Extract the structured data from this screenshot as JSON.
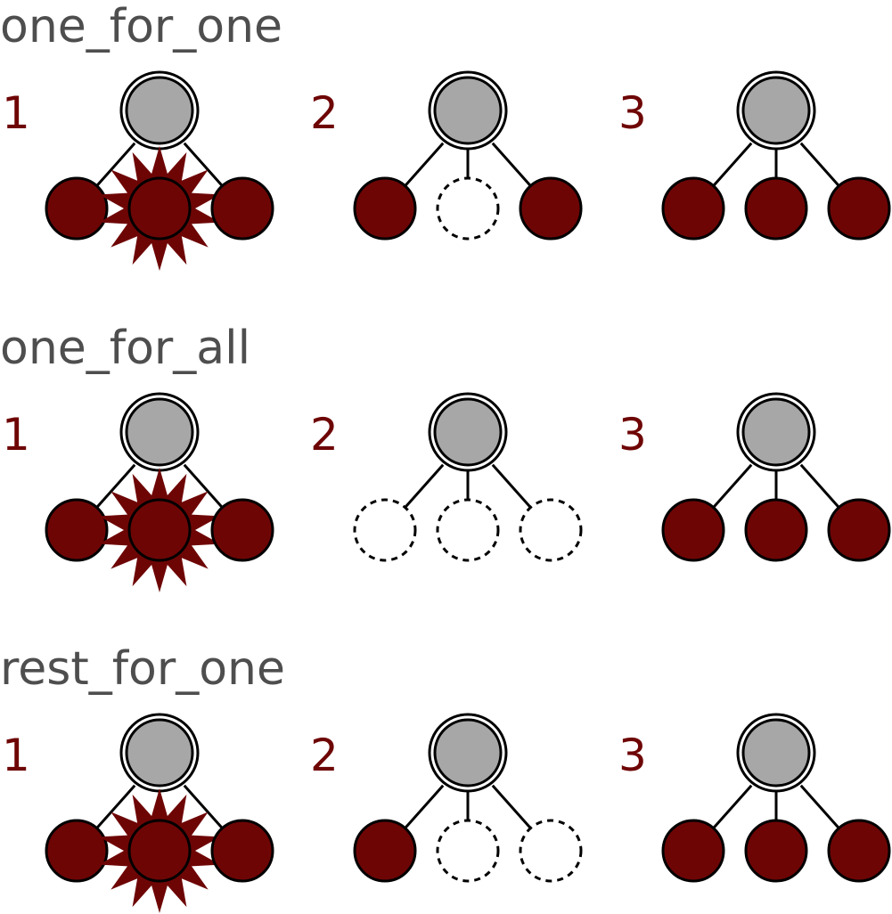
{
  "colors": {
    "title_text": "#4e4e4e",
    "step_number": "#6e0505",
    "supervisor_fill": "#a7a7a7",
    "worker_fill": "#6e0505",
    "crash_star": "#6e0505",
    "stroke": "#000000"
  },
  "sections": [
    {
      "title": "one_for_one",
      "steps": [
        {
          "number": "1",
          "workers": [
            "running",
            "crashed",
            "running"
          ]
        },
        {
          "number": "2",
          "workers": [
            "running",
            "terminated",
            "running"
          ]
        },
        {
          "number": "3",
          "workers": [
            "running",
            "running",
            "running"
          ]
        }
      ]
    },
    {
      "title": "one_for_all",
      "steps": [
        {
          "number": "1",
          "workers": [
            "running",
            "crashed",
            "running"
          ]
        },
        {
          "number": "2",
          "workers": [
            "terminated",
            "terminated",
            "terminated"
          ]
        },
        {
          "number": "3",
          "workers": [
            "running",
            "running",
            "running"
          ]
        }
      ]
    },
    {
      "title": "rest_for_one",
      "steps": [
        {
          "number": "1",
          "workers": [
            "running",
            "crashed",
            "running"
          ]
        },
        {
          "number": "2",
          "workers": [
            "running",
            "terminated",
            "terminated"
          ]
        },
        {
          "number": "3",
          "workers": [
            "running",
            "running",
            "running"
          ]
        }
      ]
    }
  ]
}
